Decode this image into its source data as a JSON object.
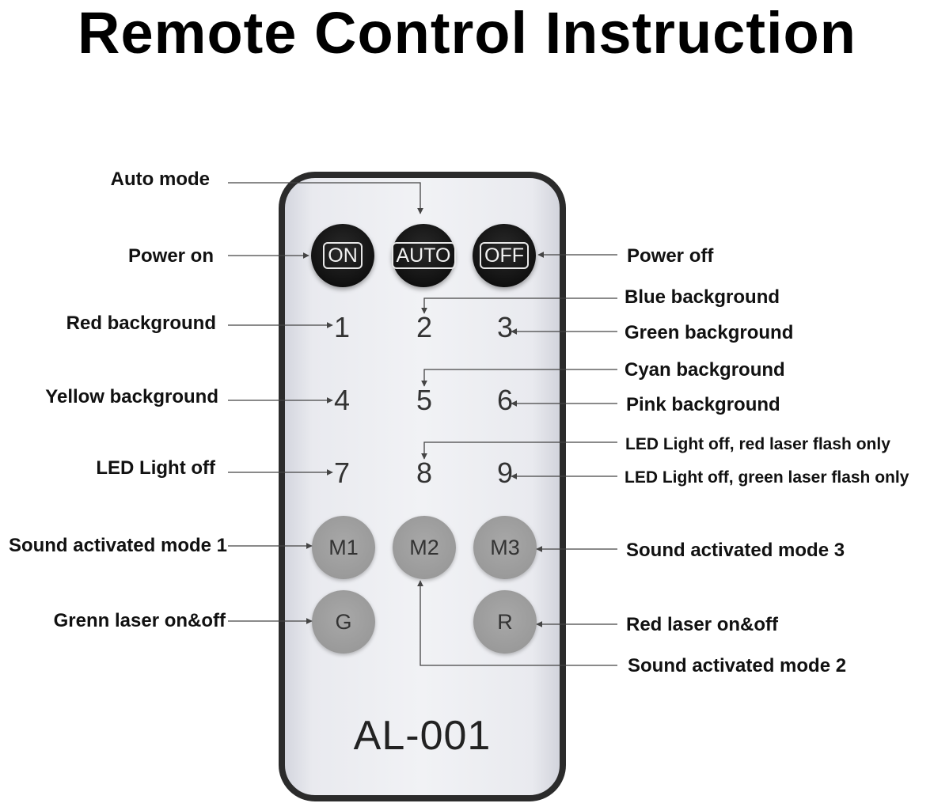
{
  "title": "Remote Control Instruction",
  "remote": {
    "model": "AL-001",
    "power_buttons": [
      "ON",
      "AUTO",
      "OFF"
    ],
    "number_keys": [
      "1",
      "2",
      "3",
      "4",
      "5",
      "6",
      "7",
      "8",
      "9"
    ],
    "mode_buttons": [
      "M1",
      "M2",
      "M3"
    ],
    "laser_buttons": [
      "G",
      "R"
    ]
  },
  "labels": {
    "auto_mode": "Auto mode",
    "power_on": "Power on",
    "power_off": "Power off",
    "red_background": "Red background",
    "blue_background": "Blue background",
    "green_background": "Green background",
    "yellow_background": "Yellow background",
    "cyan_background": "Cyan background",
    "pink_background": "Pink background",
    "led_light_off": "LED Light off",
    "led_red_laser": "LED Light off, red laser flash only",
    "led_green_laser": "LED Light off, green laser flash only",
    "sound_mode_1": "Sound activated mode 1",
    "sound_mode_2": "Sound activated mode 2",
    "sound_mode_3": "Sound activated mode 3",
    "green_laser": "Grenn laser on&off",
    "red_laser": "Red laser on&off"
  },
  "colors": {
    "remote_body": "#eceef2",
    "remote_border": "#2b2b2b",
    "black_button": "#111111",
    "gray_button": "#9a9a9a",
    "leader_line": "#444444"
  }
}
